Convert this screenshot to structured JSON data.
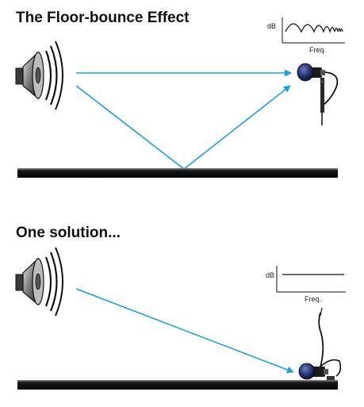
{
  "panels": [
    {
      "title": "The Floor-bounce Effect",
      "graph": {
        "y_axis_label": "dB",
        "x_axis_label": "Freq.",
        "response": "comb-filtered"
      }
    },
    {
      "title": "One solution...",
      "graph": {
        "y_axis_label": "dB",
        "x_axis_label": "Freq.",
        "response": "flat"
      }
    }
  ],
  "colors": {
    "ray": "#1aa0e0",
    "floor": "#1a1a1a",
    "text": "#111111"
  },
  "icons": {
    "source": "loudspeaker-icon",
    "receiver": "microphone-icon"
  }
}
